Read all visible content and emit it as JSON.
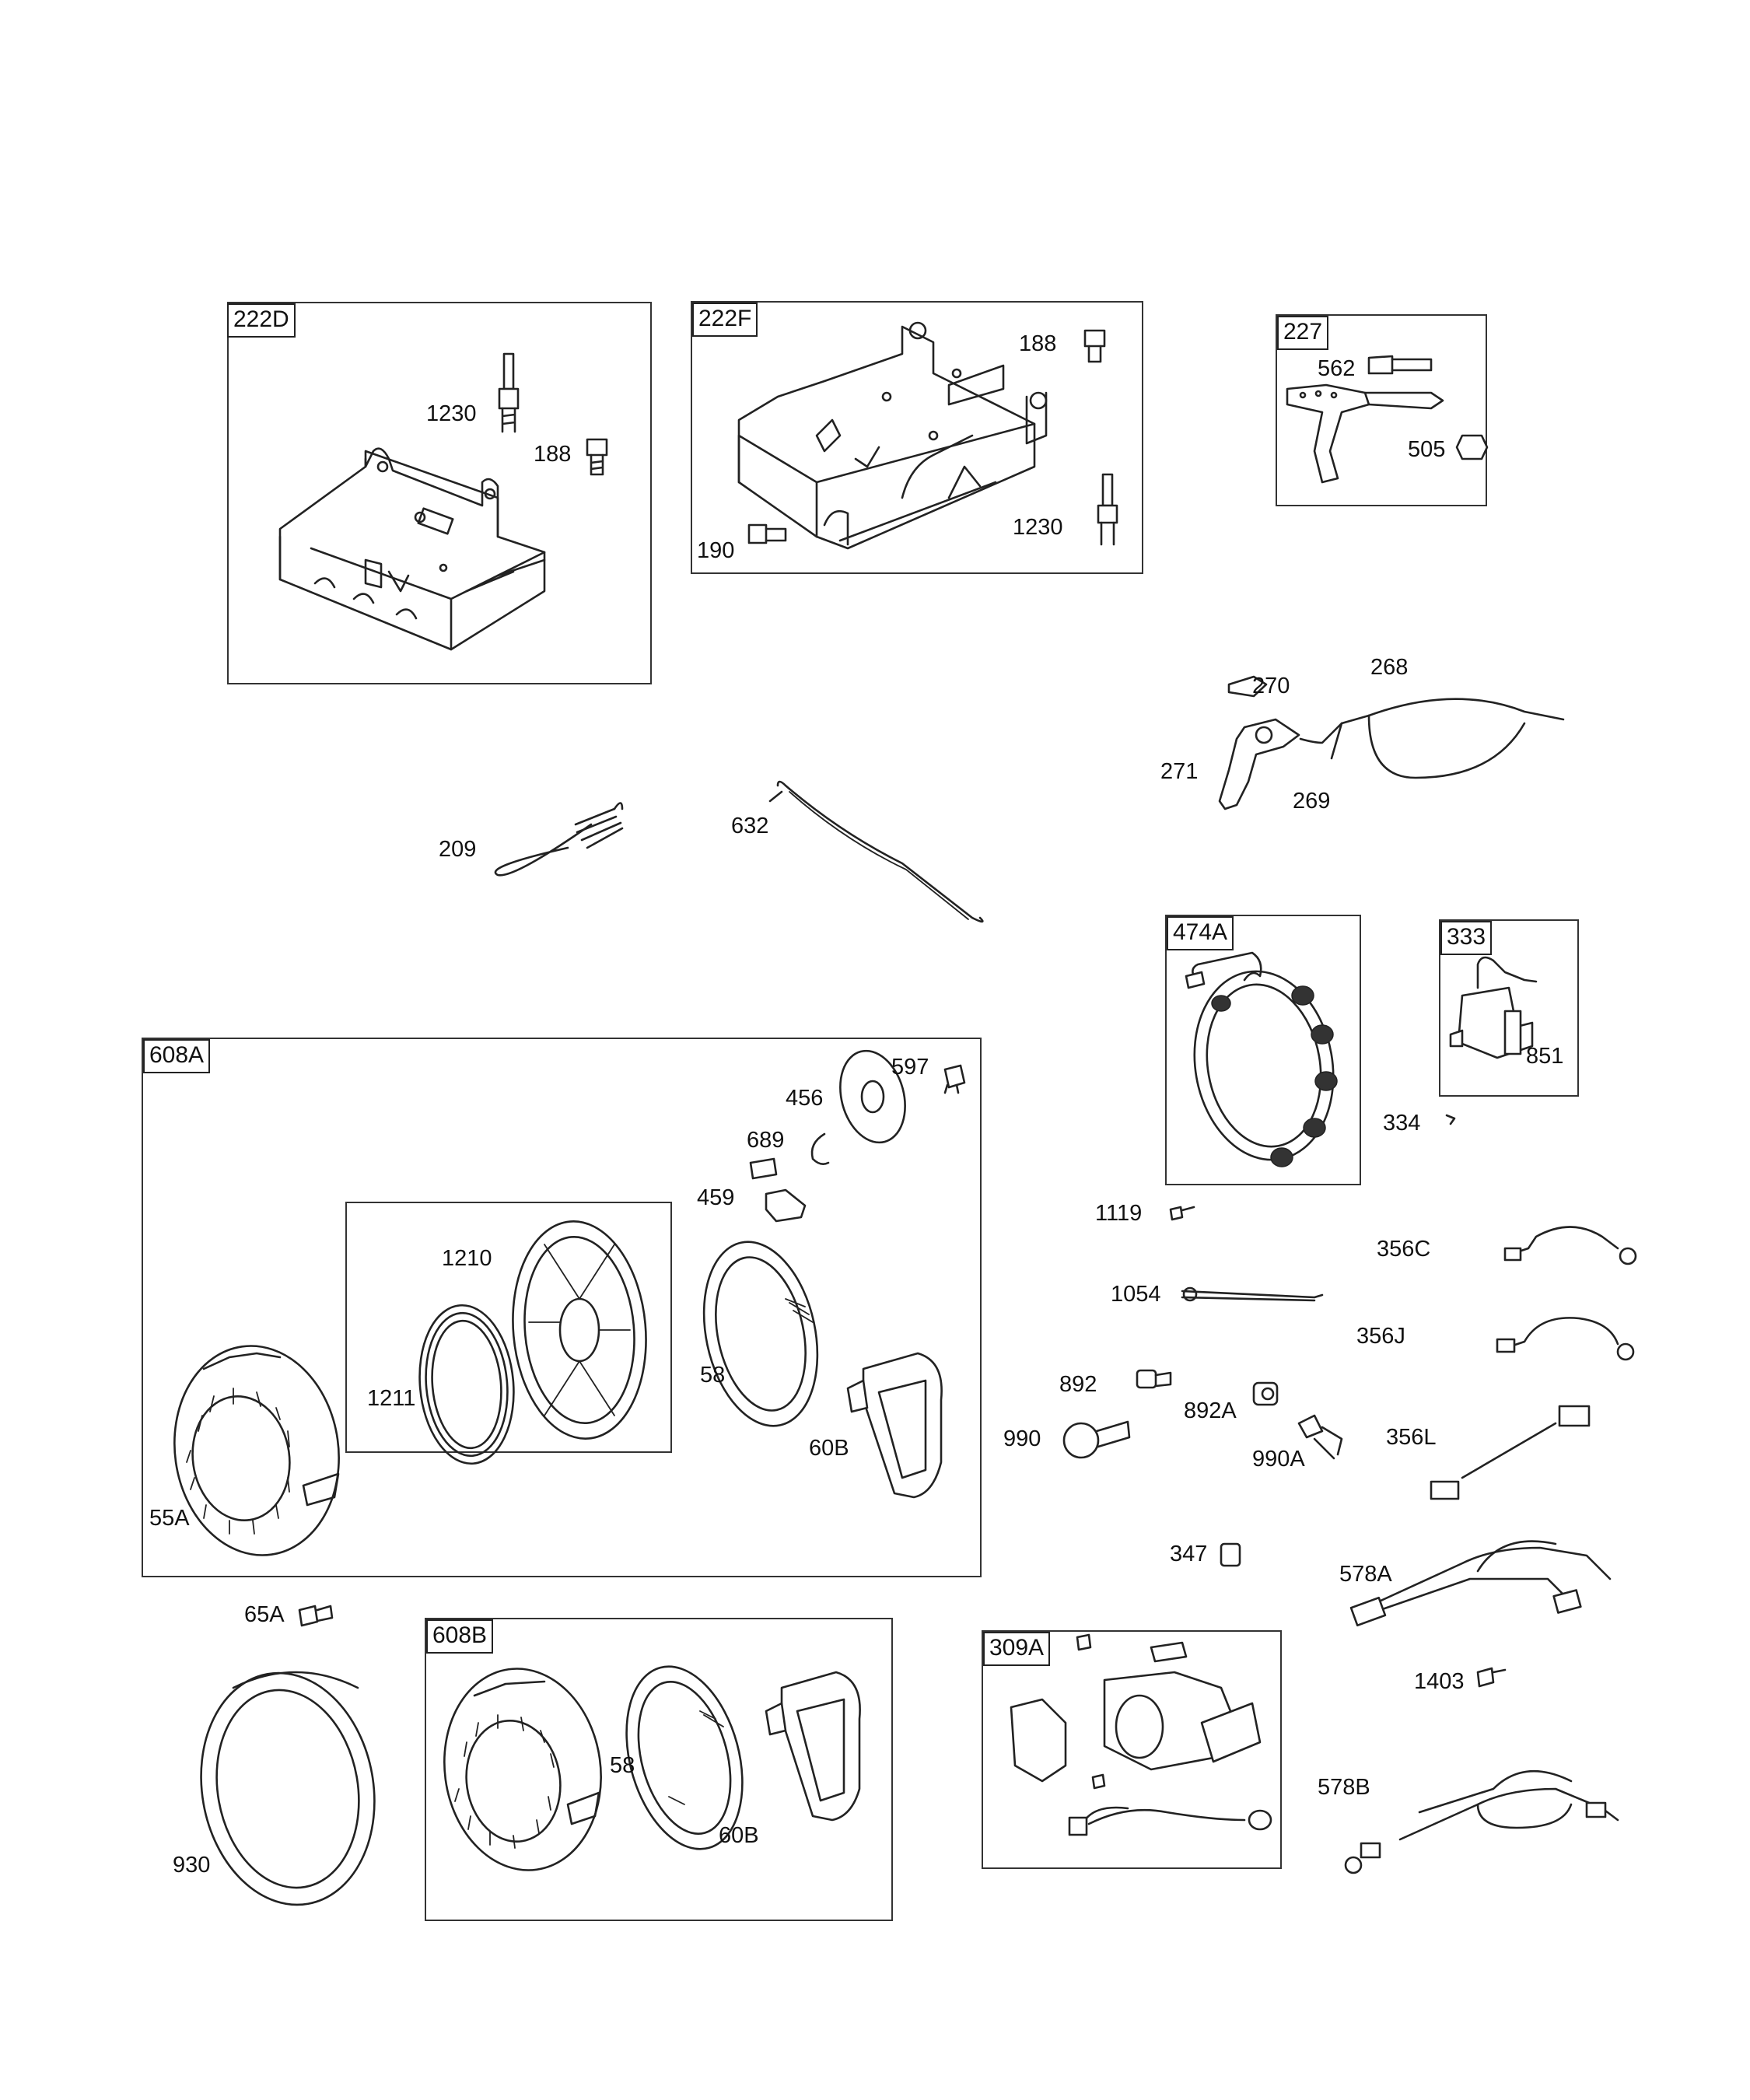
{
  "groups": {
    "g222D": "222D",
    "g222F": "222F",
    "g227": "227",
    "g474A": "474A",
    "g333": "333",
    "g608A": "608A",
    "g608B": "608B",
    "g309A": "309A"
  },
  "labels": {
    "l1230a": "1230",
    "l188a": "188",
    "l188b": "188",
    "l190": "190",
    "l1230b": "1230",
    "l562": "562",
    "l505": "505",
    "l270": "270",
    "l268": "268",
    "l271": "271",
    "l269": "269",
    "l209": "209",
    "l632": "632",
    "l851": "851",
    "l334": "334",
    "l597": "597",
    "l456": "456",
    "l689": "689",
    "l459": "459",
    "l1210": "1210",
    "l1211": "1211",
    "l58a": "58",
    "l60Ba": "60B",
    "l55A": "55A",
    "l1119": "1119",
    "l356C": "356C",
    "l1054": "1054",
    "l356J": "356J",
    "l892": "892",
    "l892A": "892A",
    "l990": "990",
    "l990A": "990A",
    "l356L": "356L",
    "l347": "347",
    "l578A": "578A",
    "l65A": "65A",
    "l1403": "1403",
    "l58b": "58",
    "l60Bb": "60B",
    "l930": "930",
    "l578B": "578B"
  }
}
